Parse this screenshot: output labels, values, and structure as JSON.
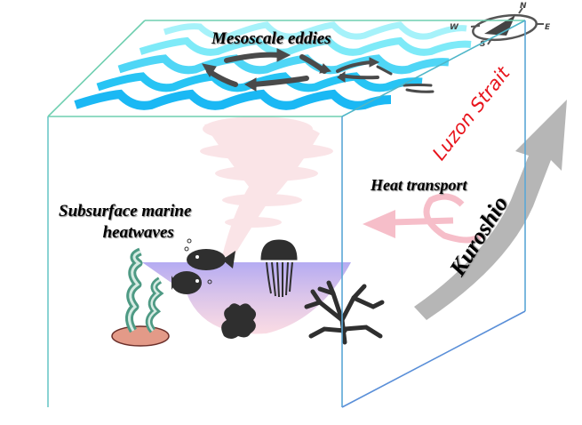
{
  "figure": {
    "labels": {
      "mesoscale_eddies": "Mesoscale eddies",
      "luzon_strait": "Luzon Strait",
      "heat_transport": "Heat transport",
      "smhw_line1": "Subsurface marine",
      "smhw_line2": "heatwaves",
      "kuroshio": "Kuroshio"
    },
    "compass": {
      "n": "N",
      "e": "E",
      "s": "S",
      "w": "W"
    },
    "colors": {
      "box_edge_top": "#6fcfb0",
      "box_edge_front": "#5aa7d6",
      "wave_light": "#9ef0f8",
      "wave_mid": "#4fd4f5",
      "wave_dark": "#1db4f2",
      "eddy_arrows": "#4a4a4a",
      "luzon_text": "#e8141c",
      "kuroshio_arrow": "#a9a9a9",
      "heat_arrow": "#f6b8c4",
      "heatwave_region": "#b9a8f0",
      "seaweed": "#4e9a84",
      "rock": "#e09080",
      "silhouettes": "#2f2f2f"
    }
  }
}
